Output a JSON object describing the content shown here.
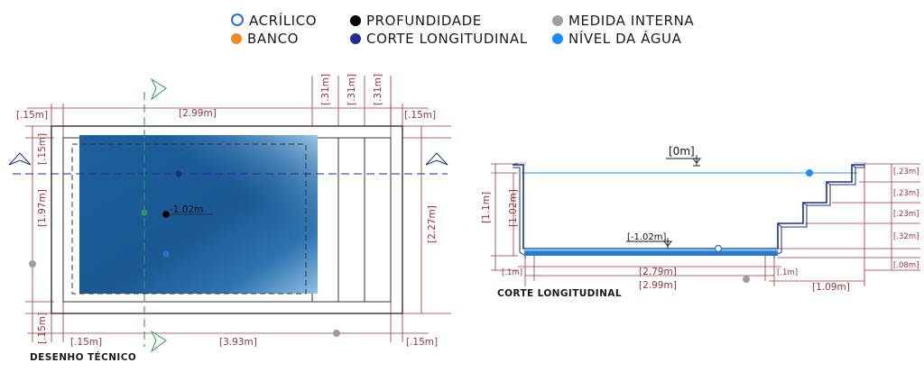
{
  "legend": {
    "acrylic": {
      "label": "ACRÍLICO",
      "color": "#1e6fd9"
    },
    "depth": {
      "label": "PROFUNDIDADE",
      "color": "#000000"
    },
    "internal": {
      "label": "MEDIDA INTERNA",
      "color": "#9e9e9e"
    },
    "bench": {
      "label": "BANCO",
      "color": "#f08a1c"
    },
    "section": {
      "label": "CORTE LONGITUDINAL",
      "color": "#1a2f8f"
    },
    "water": {
      "label": "NÍVEL DA ÁGUA",
      "color": "#1a8cff"
    }
  },
  "plan": {
    "caption": "DESENHO TÉCNICO",
    "dims": {
      "top_left": "[.15m]",
      "top_width": "[2.99m]",
      "top_right": "[.15m]",
      "step1": "[.31m]",
      "step2": "[.31m]",
      "step3": "[.31m]",
      "left_top": "[.15m]",
      "left_height": "[1.97m]",
      "left_bottom": "[.15m]",
      "right_height": "[2.27m]",
      "bottom_left": "[.15m]",
      "bottom_length": "[3.93m]",
      "bottom_right": "[.15m]"
    },
    "depth_label": "-1.02m"
  },
  "section": {
    "caption": "CORTE LONGITUDINAL",
    "dims": {
      "water_level": "[0m]",
      "floor_level": "[-1.02m]",
      "total_height": "[1.1m]",
      "inner_height": "[1.02m]",
      "floor_left": "[.1m]",
      "floor_length": "[2.79m]",
      "floor_right": "[.1m]",
      "inner_length": "[2.99m]",
      "steps_length": "[1.09m]",
      "step_h1": "[.23m]",
      "step_h2": "[.23m]",
      "step_h3": "[.23m]",
      "step_h4": "[.32m]",
      "base": "[.08m]"
    }
  }
}
